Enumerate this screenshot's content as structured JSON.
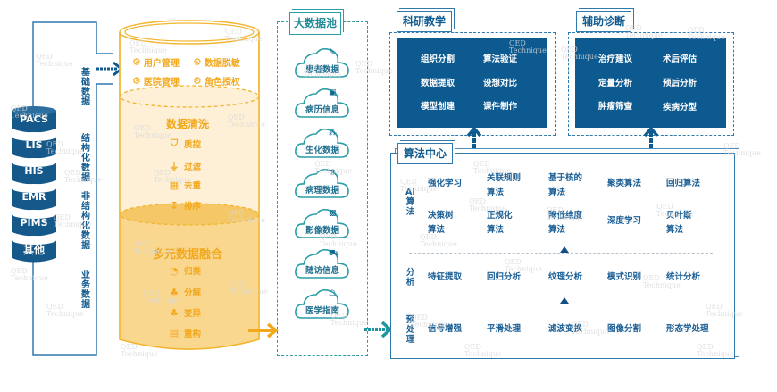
{
  "sources": {
    "systems": [
      "PACS",
      "LIS",
      "HIS",
      "EMR",
      "PIMS",
      "其他"
    ],
    "data_types": [
      "基础数据",
      "结构化数据",
      "非结构化数据",
      "业务数据"
    ]
  },
  "cylinder": {
    "top_items": [
      "用户管理",
      "数据脱敏",
      "医院管理",
      "角色授权"
    ],
    "cleaning": {
      "title": "数据清洗",
      "steps": [
        {
          "icon": "shield-check-icon",
          "label": "质控"
        },
        {
          "icon": "filter-icon",
          "label": "过滤"
        },
        {
          "icon": "dedupe-icon",
          "label": "去重"
        },
        {
          "icon": "sort-icon",
          "label": "排序"
        }
      ]
    },
    "fusion": {
      "title": "多元数据融合",
      "steps": [
        {
          "icon": "classify-icon",
          "label": "归类"
        },
        {
          "icon": "hierarchy-icon",
          "label": "分解"
        },
        {
          "icon": "hierarchy-icon",
          "label": "变异"
        },
        {
          "icon": "database-doc-icon",
          "label": "重构"
        }
      ]
    }
  },
  "data_pool": {
    "title": "大数据池",
    "items": [
      {
        "icon": "doctor-icon",
        "label": "患者数据"
      },
      {
        "icon": "record-icon",
        "label": "病历信息"
      },
      {
        "icon": "molecule-icon",
        "label": "生化数据"
      },
      {
        "icon": "flask-icon",
        "label": "病理数据"
      },
      {
        "icon": "imaging-icon",
        "label": "影像数据"
      },
      {
        "icon": "bed-icon",
        "label": "随访信息"
      },
      {
        "icon": "guide-icon",
        "label": "医学指南"
      }
    ]
  },
  "research": {
    "title": "科研教学",
    "items": [
      "组织分割",
      "算法验证",
      "数据提取",
      "设想对比",
      "模型创建",
      "课件制作"
    ]
  },
  "diagnosis": {
    "title": "辅助诊断",
    "items": [
      "治疗建议",
      "术后评估",
      "定量分析",
      "预后分析",
      "肿瘤筛查",
      "疾病分型"
    ]
  },
  "algorithm_center": {
    "title": "算法中心",
    "ai": {
      "label": "AI算法",
      "items": [
        "强化学习",
        "关联规则算法",
        "基于核的算法",
        "聚类算法",
        "回归算法",
        "决策树算法",
        "正规化算法",
        "降低维度算法",
        "深度学习",
        "贝叶斯算法"
      ]
    },
    "analysis": {
      "label": "分析",
      "items": [
        "特征提取",
        "回归分析",
        "纹理分析",
        "模式识别",
        "统计分析"
      ]
    },
    "preprocess": {
      "label": "预处理",
      "items": [
        "信号增强",
        "平滑处理",
        "滤波变换",
        "图像分割",
        "形态学处理"
      ]
    }
  },
  "watermark": {
    "line1": "QED",
    "line2": "Technique"
  },
  "colors": {
    "navy": "#0d5a91",
    "orange": "#f2a81d",
    "teal": "#2a9ea6",
    "light_orange": "#fdf0d6",
    "mid_orange": "#f9d78e"
  }
}
